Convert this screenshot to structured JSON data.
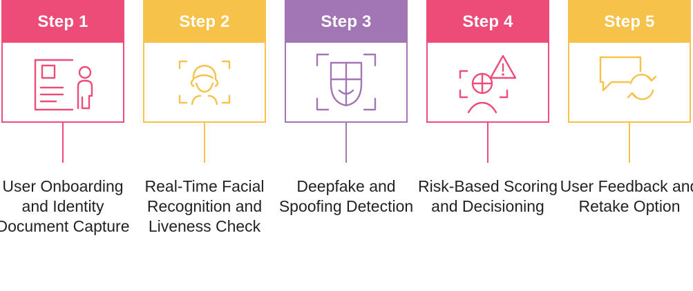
{
  "colors": {
    "pink": "#ed4c78",
    "yellow": "#f6c24a",
    "purple": "#a276b5"
  },
  "steps": [
    {
      "title": "Step 1",
      "label": "User Onboarding and Identity Document Capture",
      "color": "#ed4c78",
      "icon": "id-card-icon"
    },
    {
      "title": "Step 2",
      "label": "Real-Time Facial Recognition and Liveness Check",
      "color": "#f6c24a",
      "icon": "face-scan-icon"
    },
    {
      "title": "Step 3",
      "label": "Deepfake and Spoofing Detection",
      "color": "#a276b5",
      "icon": "mask-scan-icon"
    },
    {
      "title": "Step 4",
      "label": "Risk-Based Scoring and Decisioning",
      "color": "#ed4c78",
      "icon": "risk-alert-icon"
    },
    {
      "title": "Step 5",
      "label": "User Feedback and Retake Option",
      "color": "#f6c24a",
      "icon": "feedback-retake-icon"
    }
  ]
}
